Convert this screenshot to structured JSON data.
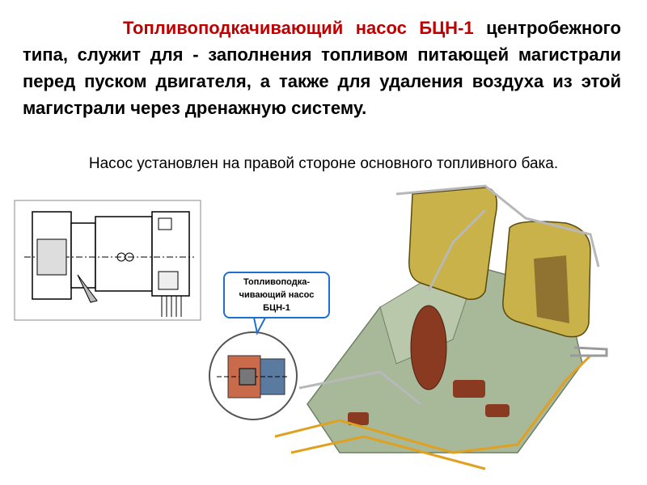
{
  "heading": {
    "highlight": "Топливоподкачивающий насос БЦН-1",
    "rest": "центробежного типа, служит для - заполнения топливом питающей магистрали перед пуском двигателя, а также для удаления воздуха из этой магистрали через дренажную систему."
  },
  "subtitle": "Насос установлен на правой стороне основного топливного бака.",
  "callout": {
    "line1": "Топливоподка-",
    "line2": "чивающий насос",
    "line3": "БЦН-1"
  },
  "colors": {
    "highlight": "#c00000",
    "callout_border": "#1f6fd0",
    "tank_fill": "#c9b24a",
    "frame_fill": "#a8b99a",
    "pipe": "#e0a020"
  }
}
